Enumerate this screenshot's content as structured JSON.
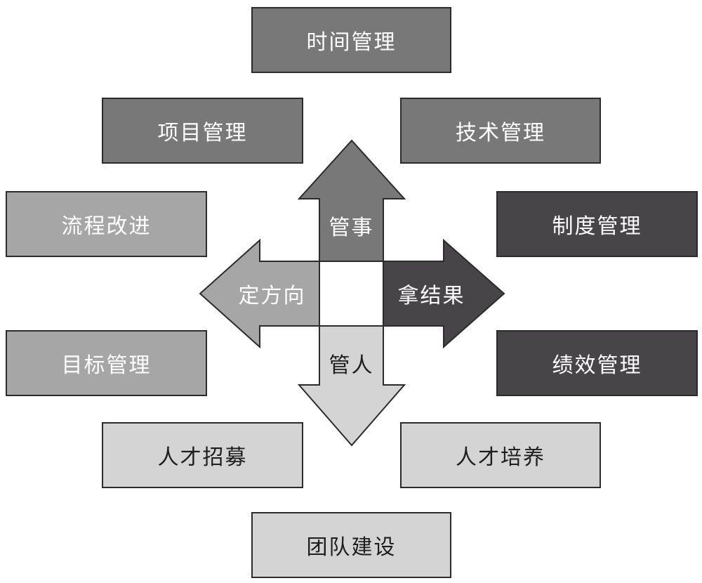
{
  "boxes": [
    {
      "id": "time",
      "label": "时间管理",
      "shade": "mid"
    },
    {
      "id": "project",
      "label": "项目管理",
      "shade": "mid"
    },
    {
      "id": "tech",
      "label": "技术管理",
      "shade": "mid"
    },
    {
      "id": "process",
      "label": "流程改进",
      "shade": "light"
    },
    {
      "id": "system",
      "label": "制度管理",
      "shade": "dark"
    },
    {
      "id": "goal",
      "label": "目标管理",
      "shade": "light"
    },
    {
      "id": "performance",
      "label": "绩效管理",
      "shade": "dark"
    },
    {
      "id": "recruit",
      "label": "人才招募",
      "shade": "pale"
    },
    {
      "id": "train",
      "label": "人才培养",
      "shade": "pale"
    },
    {
      "id": "team",
      "label": "团队建设",
      "shade": "pale"
    }
  ],
  "arrows": {
    "up": {
      "label": "管事"
    },
    "left": {
      "label": "定方向"
    },
    "right": {
      "label": "拿结果"
    },
    "down": {
      "label": "管人"
    }
  },
  "colors": {
    "mid": "#787878",
    "light": "#a6a6a6",
    "dark": "#474548",
    "pale": "#d4d4d4",
    "outline": "#2b2b2b"
  }
}
